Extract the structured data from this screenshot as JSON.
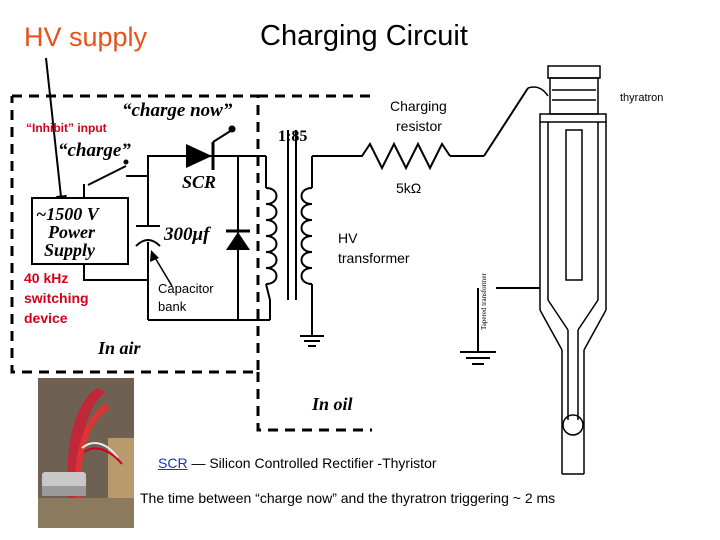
{
  "title": "Charging Circuit",
  "hv_supply": "HV supply",
  "inhibit_input": "“Inhibit” input",
  "charge_now": "“charge now”",
  "charge": "“charge”",
  "power_supply": {
    "line1": "~1500 V",
    "line2": "Power",
    "line3": "Supply"
  },
  "switching_device": {
    "line1": "40 kHz",
    "line2": "switching",
    "line3": "device"
  },
  "scr": "SCR",
  "capacitance": "300μf",
  "capacitor_bank": {
    "line1": "Capacitor",
    "line2": "bank"
  },
  "in_air": "In air",
  "in_oil": "In oil",
  "ratio": "1:85",
  "hv_transformer": {
    "line1": "HV",
    "line2": "transformer"
  },
  "charging_resistor": {
    "line1": "Charging",
    "line2": "resistor"
  },
  "resistance": "5kΩ",
  "thyratron": "thyratron",
  "tapered_transformer": "Tapered transformer",
  "footnote": {
    "link": "SCR",
    "rest": " — Silicon Controlled Rectifier -Thyristor"
  },
  "caption": "The time between “charge now” and the thyratron triggering ~ 2 ms",
  "colors": {
    "accent": "#e8501c",
    "warning": "#d0021b",
    "link": "#1a33cc"
  }
}
